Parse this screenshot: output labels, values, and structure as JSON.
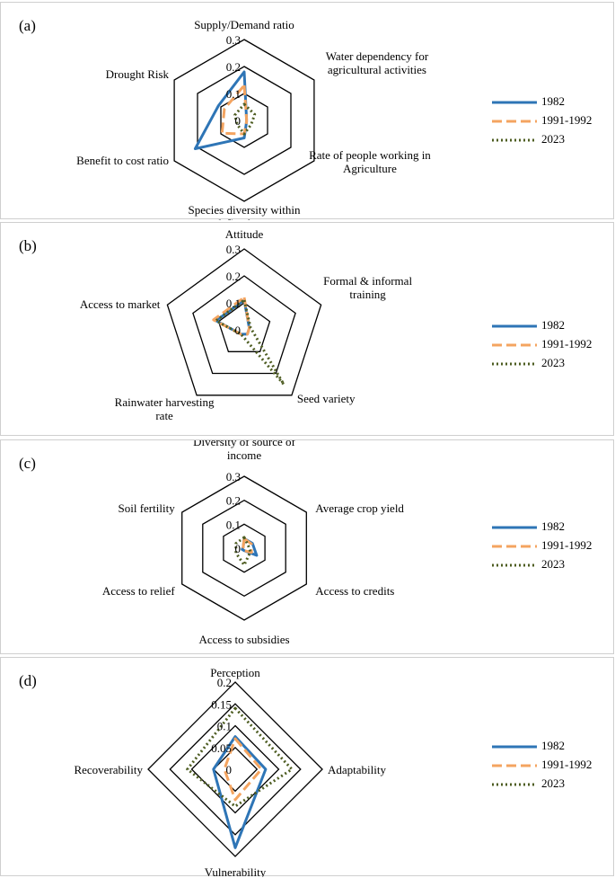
{
  "legend": [
    "1982",
    "1991-1992",
    "2023"
  ],
  "colors": {
    "s1982": "#2E75B6",
    "s1991": "#F4A460",
    "s2023": "#4E5D22"
  },
  "chart_data": [
    {
      "panel": "(a)",
      "type": "radar",
      "axes": [
        "Supply/Demand ratio",
        "Water dependency for agricultural activities",
        "Rate of people working in Agriculture",
        "Species diversity within defined area",
        "Benefit to cost ratio",
        "Drought Risk"
      ],
      "tick_labels": [
        "0",
        "0.1",
        "0.2",
        "0.3"
      ],
      "rlim": [
        0,
        0.3
      ],
      "series": [
        {
          "name": "1982",
          "values": [
            0.18,
            0.01,
            0.01,
            0.065,
            0.21,
            0.11
          ]
        },
        {
          "name": "1991-1992",
          "values": [
            0.13,
            0.01,
            0.01,
            0.05,
            0.095,
            0.085
          ]
        },
        {
          "name": "2023",
          "values": [
            0.06,
            0.045,
            0.03,
            0.05,
            0.03,
            0.04
          ]
        }
      ]
    },
    {
      "panel": "(b)",
      "type": "radar",
      "axes": [
        "Attitude",
        "Formal & informal training",
        "Seed variety",
        "Rainwater harvesting rate",
        "Access to market"
      ],
      "tick_labels": [
        "0",
        "0.1",
        "0.2",
        "0.3"
      ],
      "rlim": [
        0,
        0.3
      ],
      "series": [
        {
          "name": "1982",
          "values": [
            0.11,
            0.02,
            0.02,
            0.02,
            0.11
          ]
        },
        {
          "name": "1991-1992",
          "values": [
            0.12,
            0.02,
            0.02,
            0.02,
            0.12
          ]
        },
        {
          "name": "2023",
          "values": [
            0.11,
            0.025,
            0.25,
            0.02,
            0.11
          ]
        }
      ]
    },
    {
      "panel": "(c)",
      "type": "radar",
      "axes": [
        "Diversity of source of income",
        "Average crop yield",
        "Access to credits",
        "Access to subsidies",
        "Access to relief",
        "Soil fertility"
      ],
      "tick_labels": [
        "0",
        "0.1",
        "0.2",
        "0.3"
      ],
      "rlim": [
        0,
        0.3
      ],
      "series": [
        {
          "name": "1982",
          "values": [
            0.04,
            0.04,
            0.06,
            0.01,
            0.01,
            0.005
          ]
        },
        {
          "name": "1991-1992",
          "values": [
            0.04,
            0.035,
            0.035,
            0.01,
            0.01,
            0.005
          ]
        },
        {
          "name": "2023",
          "values": [
            0.045,
            0.02,
            0.03,
            0.07,
            0.04,
            0.04
          ]
        }
      ]
    },
    {
      "panel": "(d)",
      "type": "radar",
      "axes": [
        "Perception",
        "Adaptability",
        "Vulnerability",
        "Recoverability"
      ],
      "tick_labels": [
        "0",
        "0.05",
        "0.1",
        "0.15",
        "0.2"
      ],
      "rlim": [
        0,
        0.2
      ],
      "series": [
        {
          "name": "1982",
          "values": [
            0.075,
            0.07,
            0.18,
            0.05
          ]
        },
        {
          "name": "1991-1992",
          "values": [
            0.07,
            0.06,
            0.07,
            0.025
          ]
        },
        {
          "name": "2023",
          "values": [
            0.14,
            0.13,
            0.085,
            0.11
          ]
        }
      ]
    }
  ]
}
